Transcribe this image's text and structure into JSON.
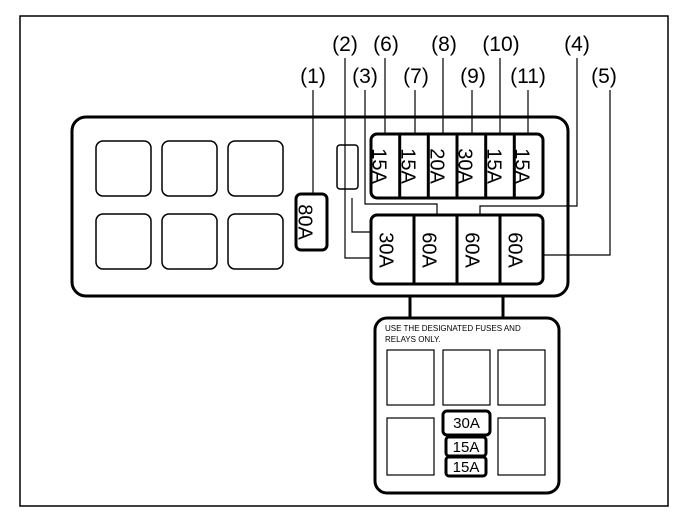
{
  "callouts": {
    "c1": "(1)",
    "c2": "(2)",
    "c3": "(3)",
    "c4": "(4)",
    "c5": "(5)",
    "c6": "(6)",
    "c7": "(7)",
    "c8": "(8)",
    "c9": "(9)",
    "c10": "(10)",
    "c11": "(11)"
  },
  "fuse_main": "80A",
  "fuses_top": [
    "15A",
    "15A",
    "20A",
    "30A",
    "15A",
    "15A"
  ],
  "fuses_bottom": [
    "30A",
    "60A",
    "60A",
    "60A"
  ],
  "cover": {
    "note_line1": "USE THE DESIGNATED FUSES AND",
    "note_line2": "RELAYS ONLY.",
    "fuses": [
      "30A",
      "15A",
      "15A"
    ]
  }
}
